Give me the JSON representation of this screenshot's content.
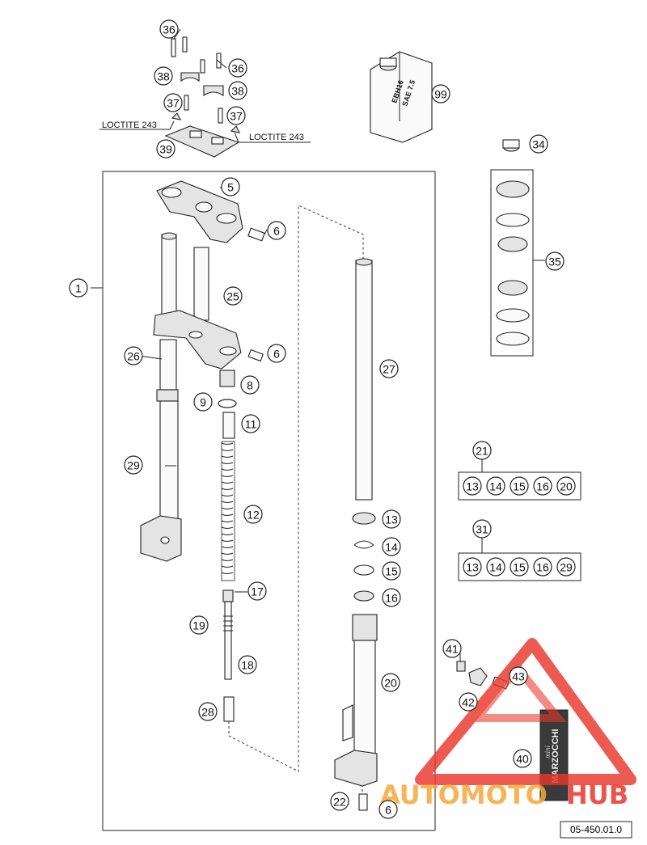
{
  "diagram_code": "05-450.01.0",
  "labels": {
    "loctite_left": "LOCTITE 243",
    "loctite_right": "LOCTITE 243",
    "oil_can_line1": "EBH16",
    "oil_can_line2": "SAE 7.5"
  },
  "callouts": {
    "c1": "1",
    "c5": "5",
    "c6a": "6",
    "c6b": "6",
    "c6c": "6",
    "c8": "8",
    "c9": "9",
    "c11": "11",
    "c12": "12",
    "c13": "13",
    "c14": "14",
    "c15": "15",
    "c16": "16",
    "c17": "17",
    "c18": "18",
    "c19": "19",
    "c20": "20",
    "c21": "21",
    "c22": "22",
    "c25": "25",
    "c26": "26",
    "c27": "27",
    "c28": "28",
    "c29": "29",
    "c31": "31",
    "c34": "34",
    "c35": "35",
    "c36a": "36",
    "c36b": "36",
    "c37a": "37",
    "c37b": "37",
    "c38a": "38",
    "c38b": "38",
    "c39": "39",
    "c40": "40",
    "c41": "41",
    "c42": "42",
    "c43": "43",
    "c99": "99"
  },
  "kit21": {
    "label": "21",
    "items": [
      "13",
      "14",
      "15",
      "16",
      "20"
    ]
  },
  "kit31": {
    "label": "31",
    "items": [
      "13",
      "14",
      "15",
      "16",
      "29"
    ]
  },
  "badge_text": "MARZOCCHI",
  "badge_sub": "mini",
  "watermark": {
    "part1": "AUTOMOTO",
    "part2": "HUB",
    "color_accent": "#e8372b",
    "color_secondary": "#f4a93a"
  }
}
